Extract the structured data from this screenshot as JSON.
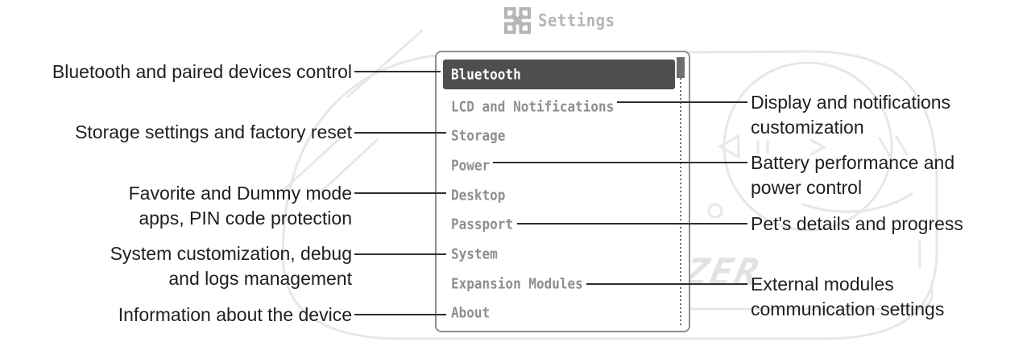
{
  "header": {
    "title": "Settings"
  },
  "screen": {
    "items": [
      {
        "label": "Bluetooth",
        "selected": true
      },
      {
        "label": "LCD and Notifications",
        "selected": false
      },
      {
        "label": "Storage",
        "selected": false
      },
      {
        "label": "Power",
        "selected": false
      },
      {
        "label": "Desktop",
        "selected": false
      },
      {
        "label": "Passport",
        "selected": false
      },
      {
        "label": "System",
        "selected": false
      },
      {
        "label": "Expansion Modules",
        "selected": false
      },
      {
        "label": "About",
        "selected": false
      }
    ]
  },
  "annotations": {
    "left": [
      {
        "target": "Bluetooth",
        "text": "Bluetooth and paired devices control"
      },
      {
        "target": "Storage",
        "text": "Storage settings and factory reset"
      },
      {
        "target": "Desktop",
        "text": "Favorite and Dummy mode\napps, PIN code protection"
      },
      {
        "target": "System",
        "text": "System customization, debug\nand logs management"
      },
      {
        "target": "About",
        "text": "Information about the device"
      }
    ],
    "right": [
      {
        "target": "LCD and Notifications",
        "text": "Display and notifications\ncustomization"
      },
      {
        "target": "Power",
        "text": "Battery performance and\npower control"
      },
      {
        "target": "Passport",
        "text": "Pet's details and progress"
      },
      {
        "target": "Expansion Modules",
        "text": "External modules\ncommunication settings"
      }
    ]
  },
  "ghost": {
    "logo": "ZER"
  },
  "colors": {
    "annotation-text": "#1f1f1f",
    "annotation-line": "#2e2e2e",
    "menu-text": "#8e8e8e",
    "menu-selected-bg": "#4e4e4e",
    "menu-selected-text": "#ffffff",
    "panel-border": "#8f8f8f",
    "scrollbar": "#6e6e6e",
    "header-text": "#b5b5b5",
    "ghost-line": "#e7e7e7"
  }
}
